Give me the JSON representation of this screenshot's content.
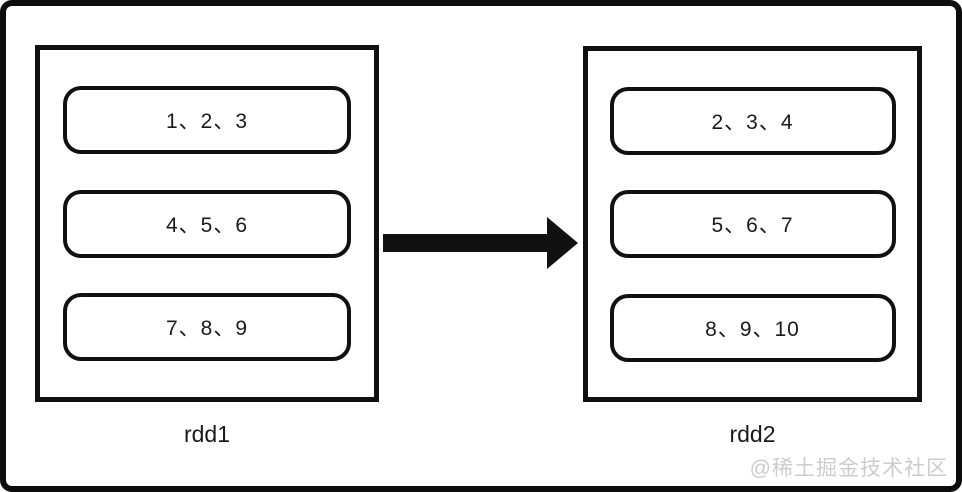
{
  "diagram": {
    "type": "rdd-map-transformation",
    "rdd1": {
      "label": "rdd1",
      "partitions": [
        "1、2、3",
        "4、5、6",
        "7、8、9"
      ]
    },
    "rdd2": {
      "label": "rdd2",
      "partitions": [
        "2、3、4",
        "5、6、7",
        "8、9、10"
      ]
    },
    "arrow": {
      "direction": "right",
      "color": "#111111"
    },
    "watermark": "@稀土掘金技术社区",
    "colors": {
      "stroke": "#111111",
      "text": "#1a1a1a",
      "background": "#ffffff",
      "watermark": "#cccccc"
    }
  }
}
